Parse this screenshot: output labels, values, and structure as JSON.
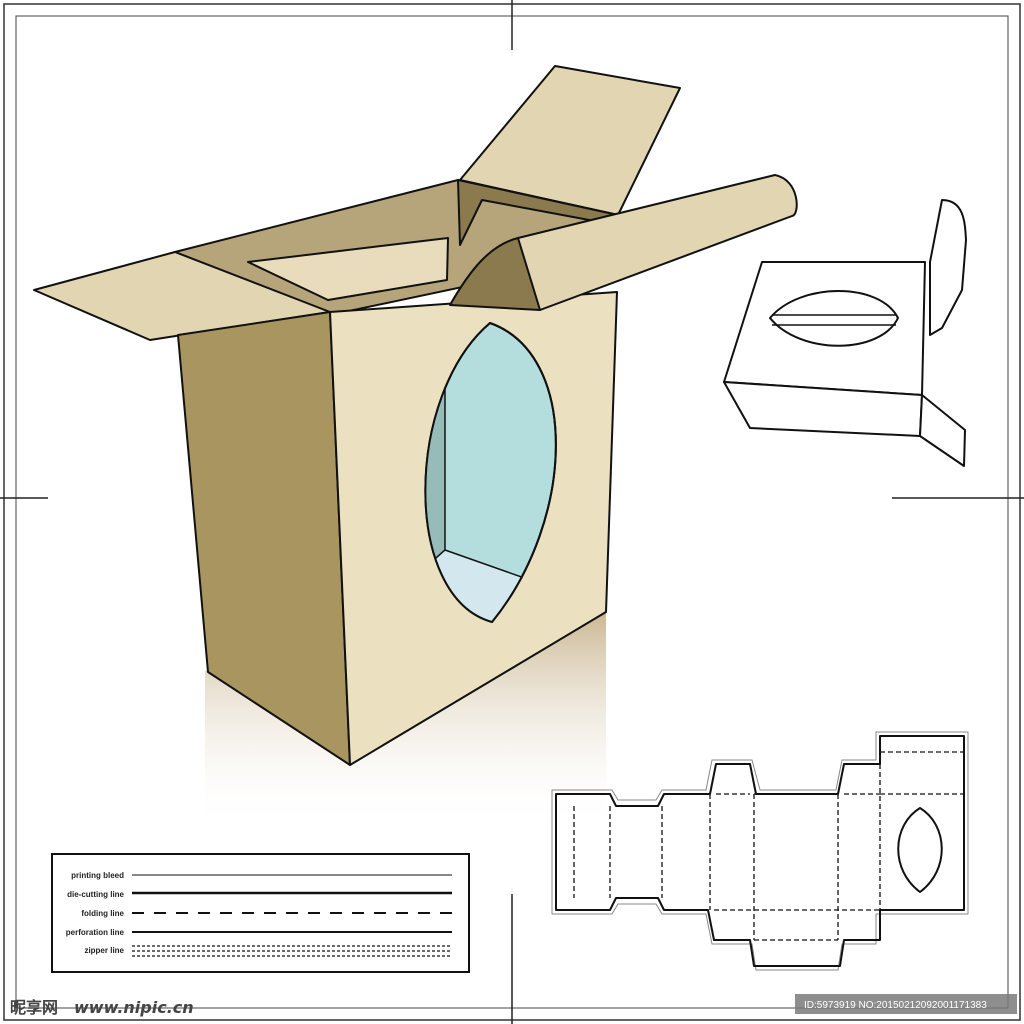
{
  "legend": {
    "items": [
      {
        "label": "printing bleed",
        "style": "thin"
      },
      {
        "label": "die-cutting line",
        "style": "thick"
      },
      {
        "label": "folding line",
        "style": "dashed"
      },
      {
        "label": "perforation line",
        "style": "perforated"
      },
      {
        "label": "zipper line",
        "style": "zipper"
      }
    ]
  },
  "watermark": {
    "brand": "昵享网",
    "url": "www.nipic.cn",
    "id": "ID:5973919 NO:20150212092001171383"
  },
  "colors": {
    "box_front": "#ebe1c0",
    "box_side": "#a8955f",
    "flap_light": "#e2d5b1",
    "flap_dark": "#b6a57a",
    "window_glass": "#b4dede",
    "window_floor": "#d2e8ee",
    "window_wall": "#95bcb8",
    "shadow": "#c8b48e",
    "outline": "#111111"
  }
}
